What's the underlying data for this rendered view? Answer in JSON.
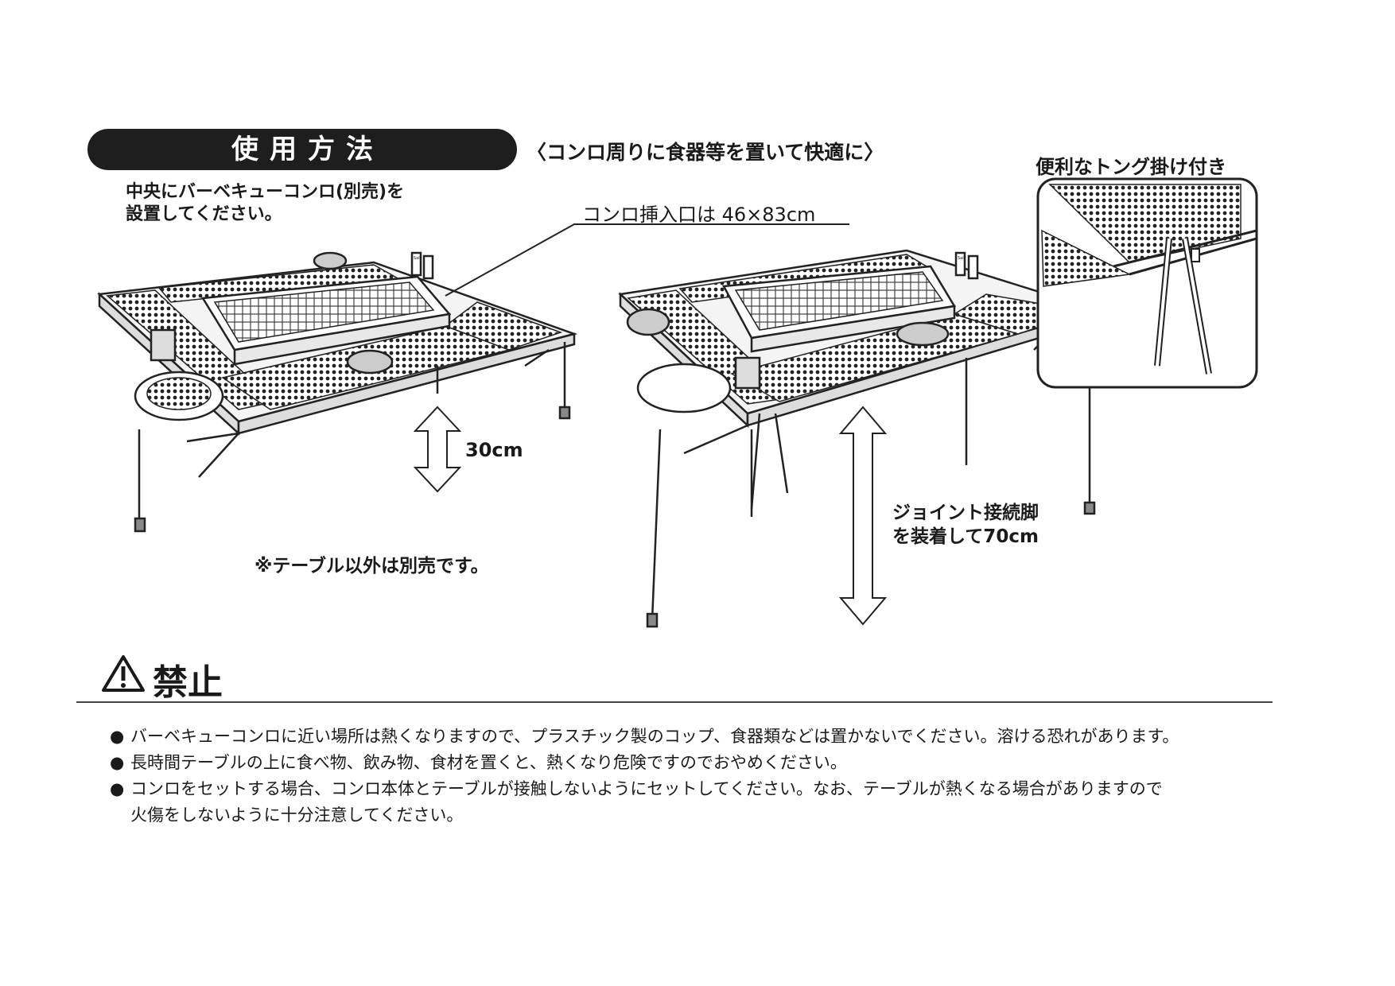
{
  "header": {
    "title": "使用方法",
    "subtitle": "〈コンロ周りに食器等を置いて快適に〉"
  },
  "left_panel": {
    "instruction_line1": "中央にバーベキューコンロ(別売)を",
    "instruction_line2": "設置してください。",
    "height_label": "30cm",
    "exclusion_note": "※テーブル以外は別売です。"
  },
  "callouts": {
    "stove_opening": "コンロ挿入口は 46×83cm",
    "tong_hook": "便利なトング掛け付き",
    "joint_line1": "ジョイント接続脚",
    "joint_line2": "を装着して70cm"
  },
  "spice_labels": [
    "Salt",
    "Salt"
  ],
  "warning": {
    "title": "禁止",
    "icon": "warning-triangle-icon",
    "bullet": "●",
    "items": [
      "バーベキューコンロに近い場所は熱くなりますので、プラスチック製のコップ、食器類などは置かないでください。溶ける恐れがあります。",
      "長時間テーブルの上に食べ物、飲み物、食材を置くと、熱くなり危険ですのでおやめください。",
      "コンロをセットする場合、コンロ本体とテーブルが接触しないようにセットしてください。なお、テーブルが熱くなる場合がありますので"
    ],
    "item3_continuation": "火傷をしないように十分注意してください。"
  }
}
